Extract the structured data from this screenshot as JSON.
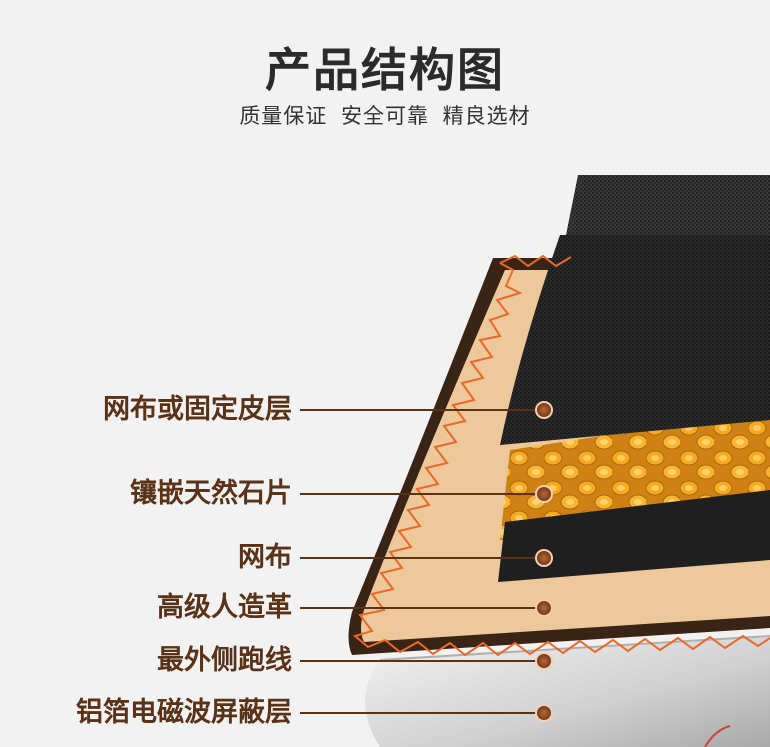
{
  "header": {
    "title": "产品结构图",
    "subtitle": "质量保证  安全可靠  精良选材"
  },
  "layers": [
    {
      "label": "网布或固定皮层"
    },
    {
      "label": "镶嵌天然石片"
    },
    {
      "label": "网布"
    },
    {
      "label": "高级人造革"
    },
    {
      "label": "最外侧跑线"
    },
    {
      "label": "铝箔电磁波屏蔽层"
    }
  ],
  "colors": {
    "background": "#f2f2f2",
    "label_text": "#5a3217",
    "leader_line": "#5a3217",
    "stitch": "#e8692a",
    "leather": "#ecc89a",
    "leather_border": "#3a2416",
    "stone": "#f0a21c",
    "mesh": "#2b2b2b",
    "foil": "#d2d2d2"
  }
}
